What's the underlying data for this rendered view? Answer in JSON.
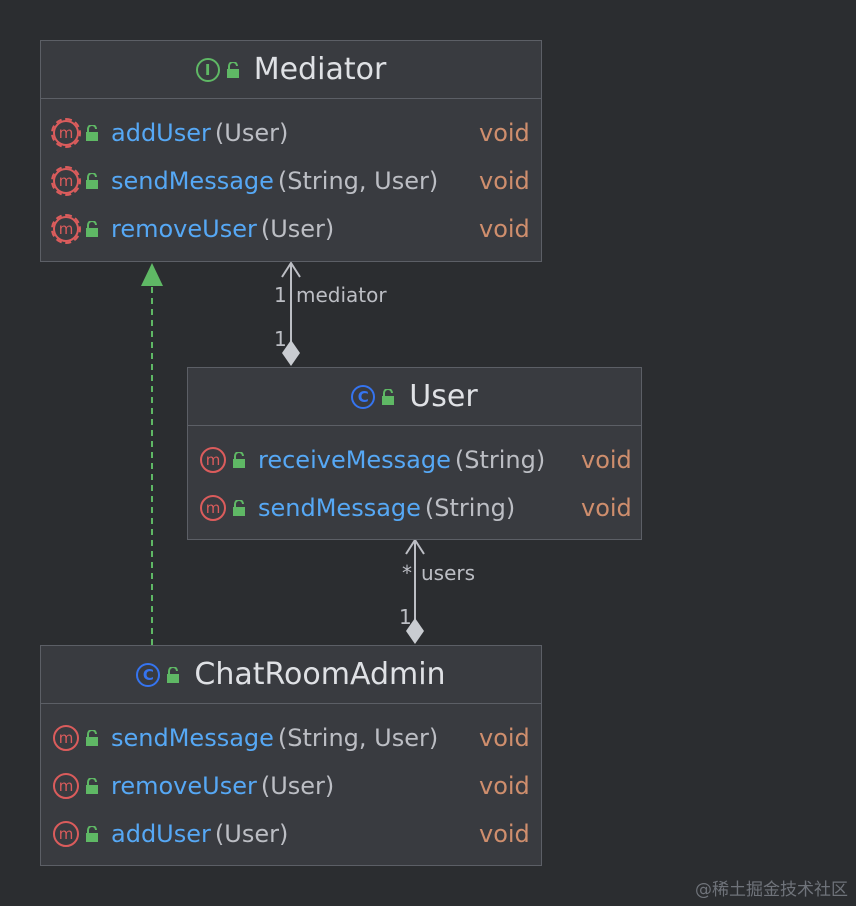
{
  "classes": {
    "mediator": {
      "name": "Mediator",
      "kind_icon": "I",
      "methods": [
        {
          "name": "addUser",
          "params": "(User)",
          "return": "void"
        },
        {
          "name": "sendMessage",
          "params": "(String, User)",
          "return": "void"
        },
        {
          "name": "removeUser",
          "params": "(User)",
          "return": "void"
        }
      ]
    },
    "user": {
      "name": "User",
      "kind_icon": "C",
      "methods": [
        {
          "name": "receiveMessage",
          "params": "(String)",
          "return": "void"
        },
        {
          "name": "sendMessage",
          "params": "(String)",
          "return": "void"
        }
      ]
    },
    "chatroomadmin": {
      "name": "ChatRoomAdmin",
      "kind_icon": "C",
      "methods": [
        {
          "name": "sendMessage",
          "params": "(String, User)",
          "return": "void"
        },
        {
          "name": "removeUser",
          "params": "(User)",
          "return": "void"
        },
        {
          "name": "addUser",
          "params": "(User)",
          "return": "void"
        }
      ]
    }
  },
  "associations": {
    "user_mediator": {
      "target_multiplicity": "1",
      "role": "mediator",
      "source_multiplicity": "1"
    },
    "admin_users": {
      "target_multiplicity": "*",
      "role": "users",
      "source_multiplicity": "1"
    }
  },
  "method_icon_letter": "m",
  "colors": {
    "background": "#2b2d30",
    "box": "#393b40",
    "method_name": "#56a8f5",
    "return_type": "#cf8e6d",
    "realization": "#5fb865"
  },
  "watermark": "@稀土掘金技术社区"
}
